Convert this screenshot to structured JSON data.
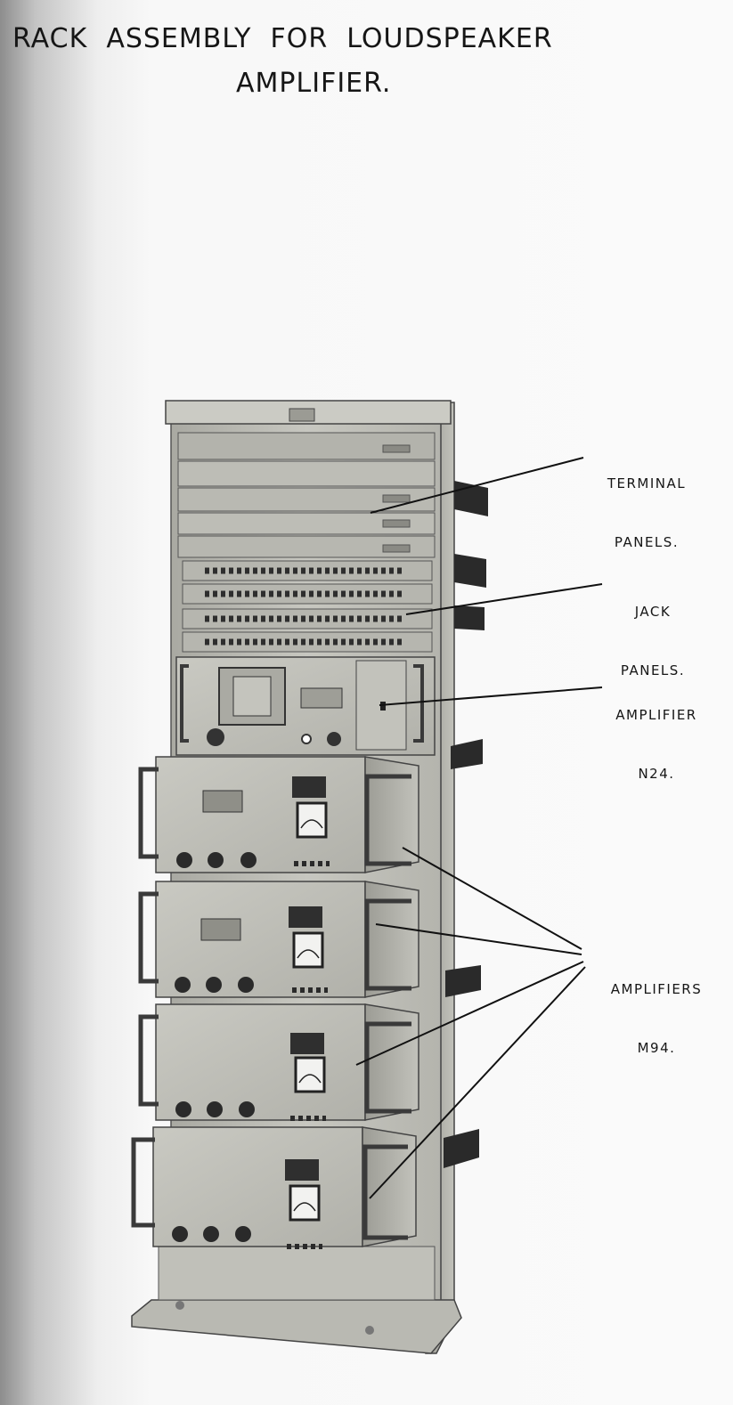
{
  "title": {
    "line1": "RACK  ASSEMBLY  FOR  LOUDSPEAKER",
    "line2": "AMPLIFIER."
  },
  "callouts": [
    {
      "id": "terminal-panels",
      "line1": "TERMINAL",
      "line2": "PANELS."
    },
    {
      "id": "jack-panels",
      "line1": "JACK",
      "line2": "PANELS."
    },
    {
      "id": "amplifier-n24",
      "line1": "AMPLIFIER",
      "line2": "N24."
    },
    {
      "id": "amplifiers-m94",
      "line1": "AMPLIFIERS",
      "line2": "M94."
    }
  ],
  "colors": {
    "paper": "#fafafa",
    "rack_metal": "#bdbdb5",
    "ink": "#161616"
  }
}
